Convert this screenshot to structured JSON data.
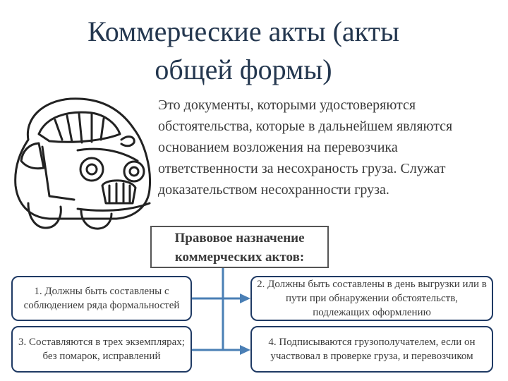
{
  "title": {
    "line1": "Коммерческие акты (акты",
    "line2": "общей формы)"
  },
  "description": "Это документы, которыми удостоверяются обстоятельства, которые в дальнейшем являются основанием возложения на перевозчика ответственности за несохраность груза. Служат доказательством несохранности груза.",
  "heading": {
    "line1": "Правовое назначение",
    "line2": "коммерческих актов:"
  },
  "items": [
    {
      "text": "1. Должны быть составлены с соблюдением ряда формальностей"
    },
    {
      "text": "2. Должны быть составлены в день выгрузки или в пути при обнаружении обстоятельств, подлежащих оформлению"
    },
    {
      "text": "3. Составляются в трех экземплярах; без помарок, исправлений"
    },
    {
      "text": "4. Подписываются грузополучателем, если он участвовал в проверке груза, и перевозчиком"
    }
  ],
  "colors": {
    "title": "#24374f",
    "box_border": "#1f3a64",
    "connector": "#4a7fb5"
  },
  "illustration": "car-icon"
}
